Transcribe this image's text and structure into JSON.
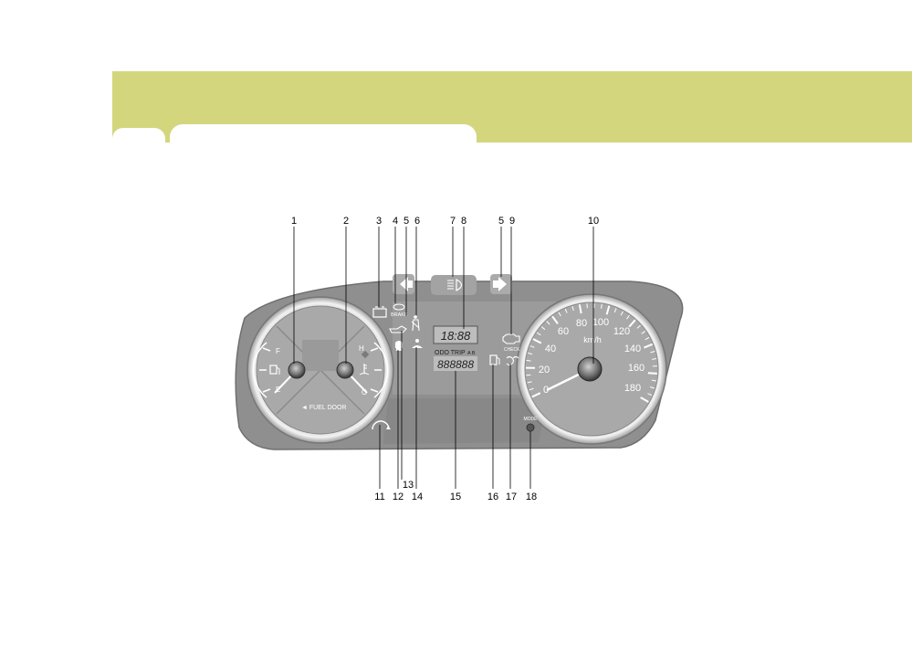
{
  "callouts_top": [
    "1",
    "2",
    "3",
    "4",
    "5",
    "6",
    "7",
    "8",
    "5",
    "9",
    "10"
  ],
  "callouts_bottom": [
    "11",
    "12",
    "13",
    "14",
    "15",
    "16",
    "17",
    "18"
  ],
  "fuel_gauge": {
    "full": "F",
    "empty": "E"
  },
  "temp_gauge": {
    "hot": "H",
    "cold": "C"
  },
  "fuel_door_label": "◄ FUEL DOOR",
  "brake_label": "BRAKE",
  "check_label": "CHECK",
  "clock_display": "18:88",
  "odo_trip_label": "ODO TRIP",
  "trip_ab_label": "A B",
  "odometer_display": "888888",
  "speed_unit": "km/h",
  "speed_ticks": [
    "0",
    "20",
    "40",
    "60",
    "80",
    "100",
    "120",
    "140",
    "160",
    "180"
  ],
  "mode_button_label": "MODE"
}
